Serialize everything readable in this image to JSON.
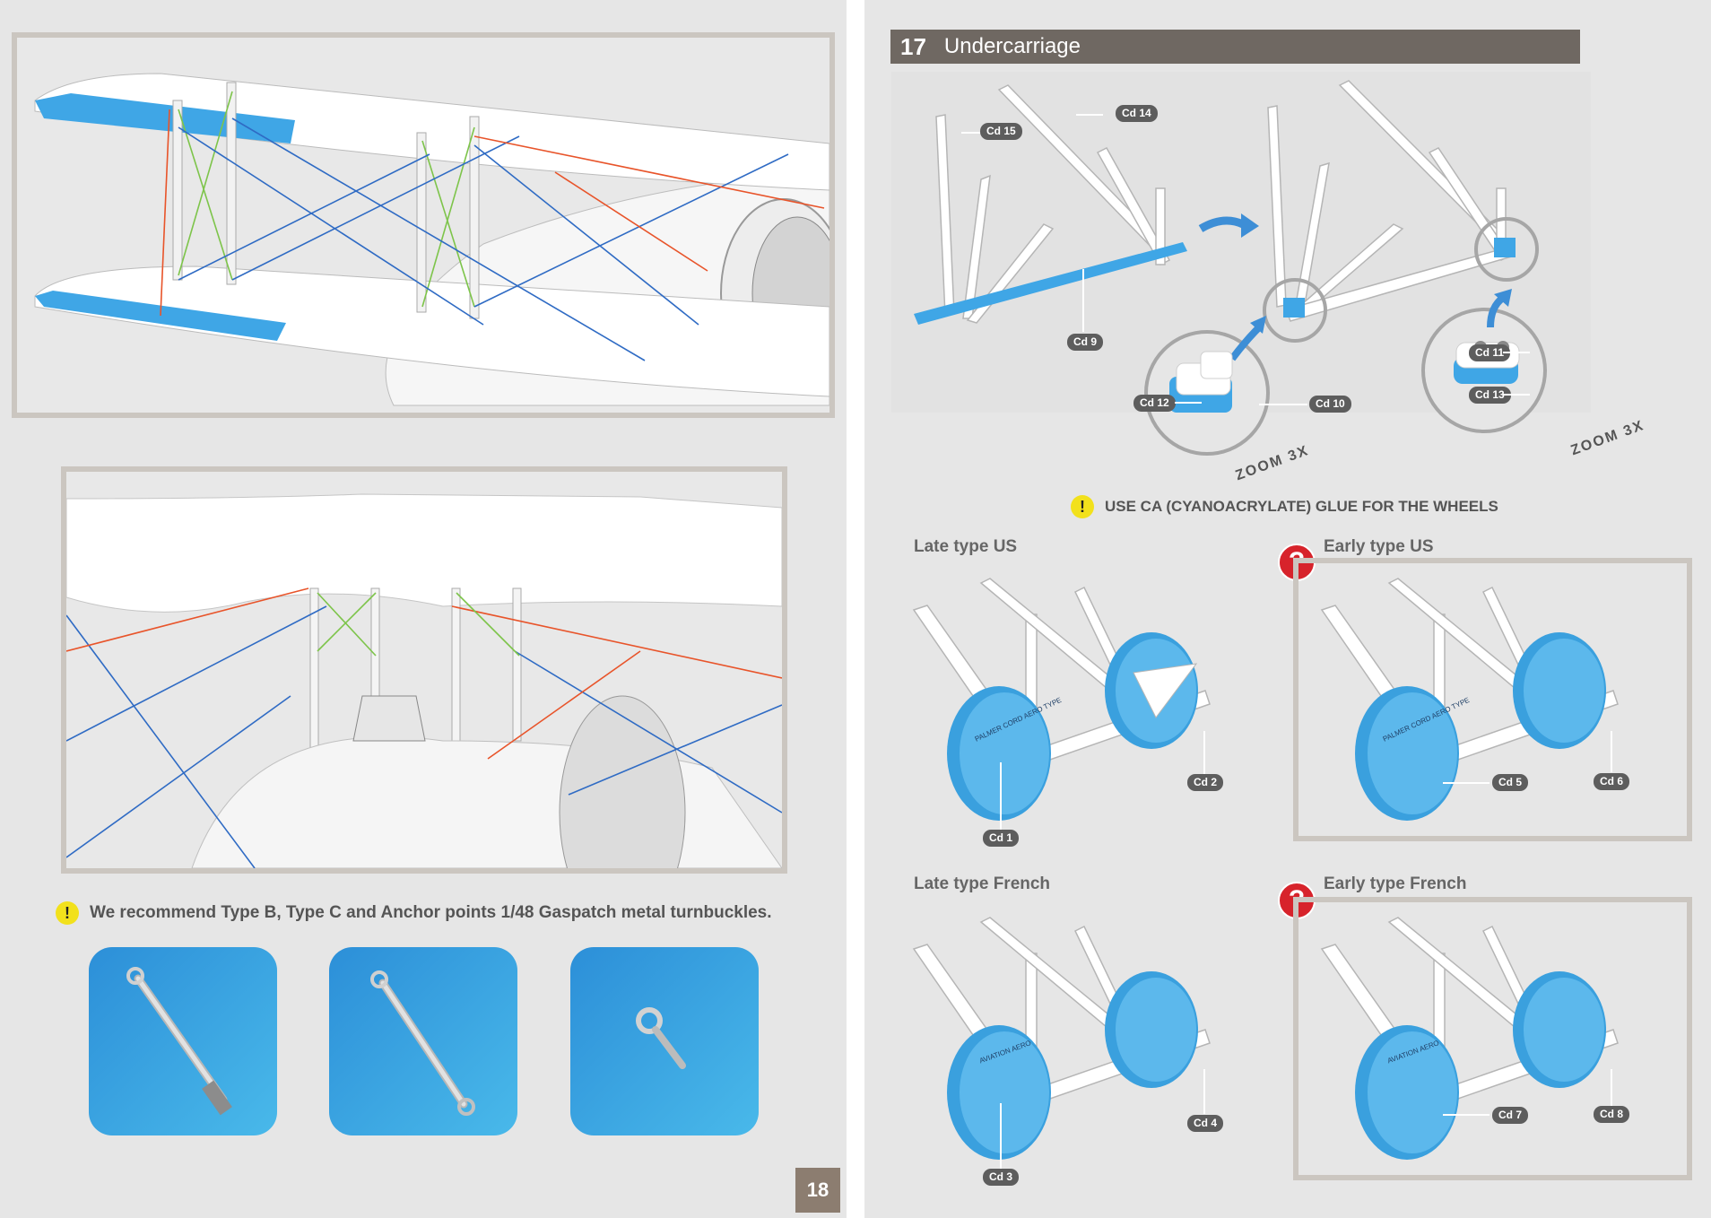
{
  "left_page": {
    "note_text": "We recommend Type B, Type C and Anchor points  1/48 Gaspatch metal turnbuckles.",
    "page_number": "18",
    "tiles": [
      {
        "icon": "turnbuckle-type-b-icon"
      },
      {
        "icon": "turnbuckle-type-c-icon"
      },
      {
        "icon": "anchor-point-icon"
      }
    ]
  },
  "right_page": {
    "step": {
      "number": "17",
      "title": "Undercarriage"
    },
    "top_callouts": {
      "cd15": "Cd 15",
      "cd14": "Cd 14",
      "cd9": "Cd 9",
      "cd12": "Cd 12",
      "cd10": "Cd 10",
      "cd11": "Cd 11",
      "cd13": "Cd 13"
    },
    "zoom_label": "ZOOM 3X",
    "glue_note": "USE CA (CYANOACRYLATE) GLUE FOR THE WHEELS",
    "variants": {
      "late_us": {
        "label": "Late type US",
        "wheel_text": "PALMER CORD AERO TYPE",
        "callout_front": "Cd 1",
        "callout_rear": "Cd 2"
      },
      "early_us": {
        "label": "Early type US",
        "wheel_text": "PALMER CORD AERO TYPE",
        "callout_front": "Cd 5",
        "callout_rear": "Cd 6"
      },
      "late_french": {
        "label": "Late type French",
        "wheel_text": "AVIATION AERO",
        "callout_front": "Cd 3",
        "callout_rear": "Cd 4"
      },
      "early_french": {
        "label": "Early type French",
        "wheel_text": "AVIATION AERO",
        "callout_front": "Cd 7",
        "callout_rear": "Cd 8"
      }
    }
  },
  "colors": {
    "highlight_blue": "#3fa6e6",
    "step_bar": "#6f6862",
    "frame": "#cbc6c0",
    "warning_yellow": "#f2e11c",
    "question_red": "#d7232b"
  }
}
